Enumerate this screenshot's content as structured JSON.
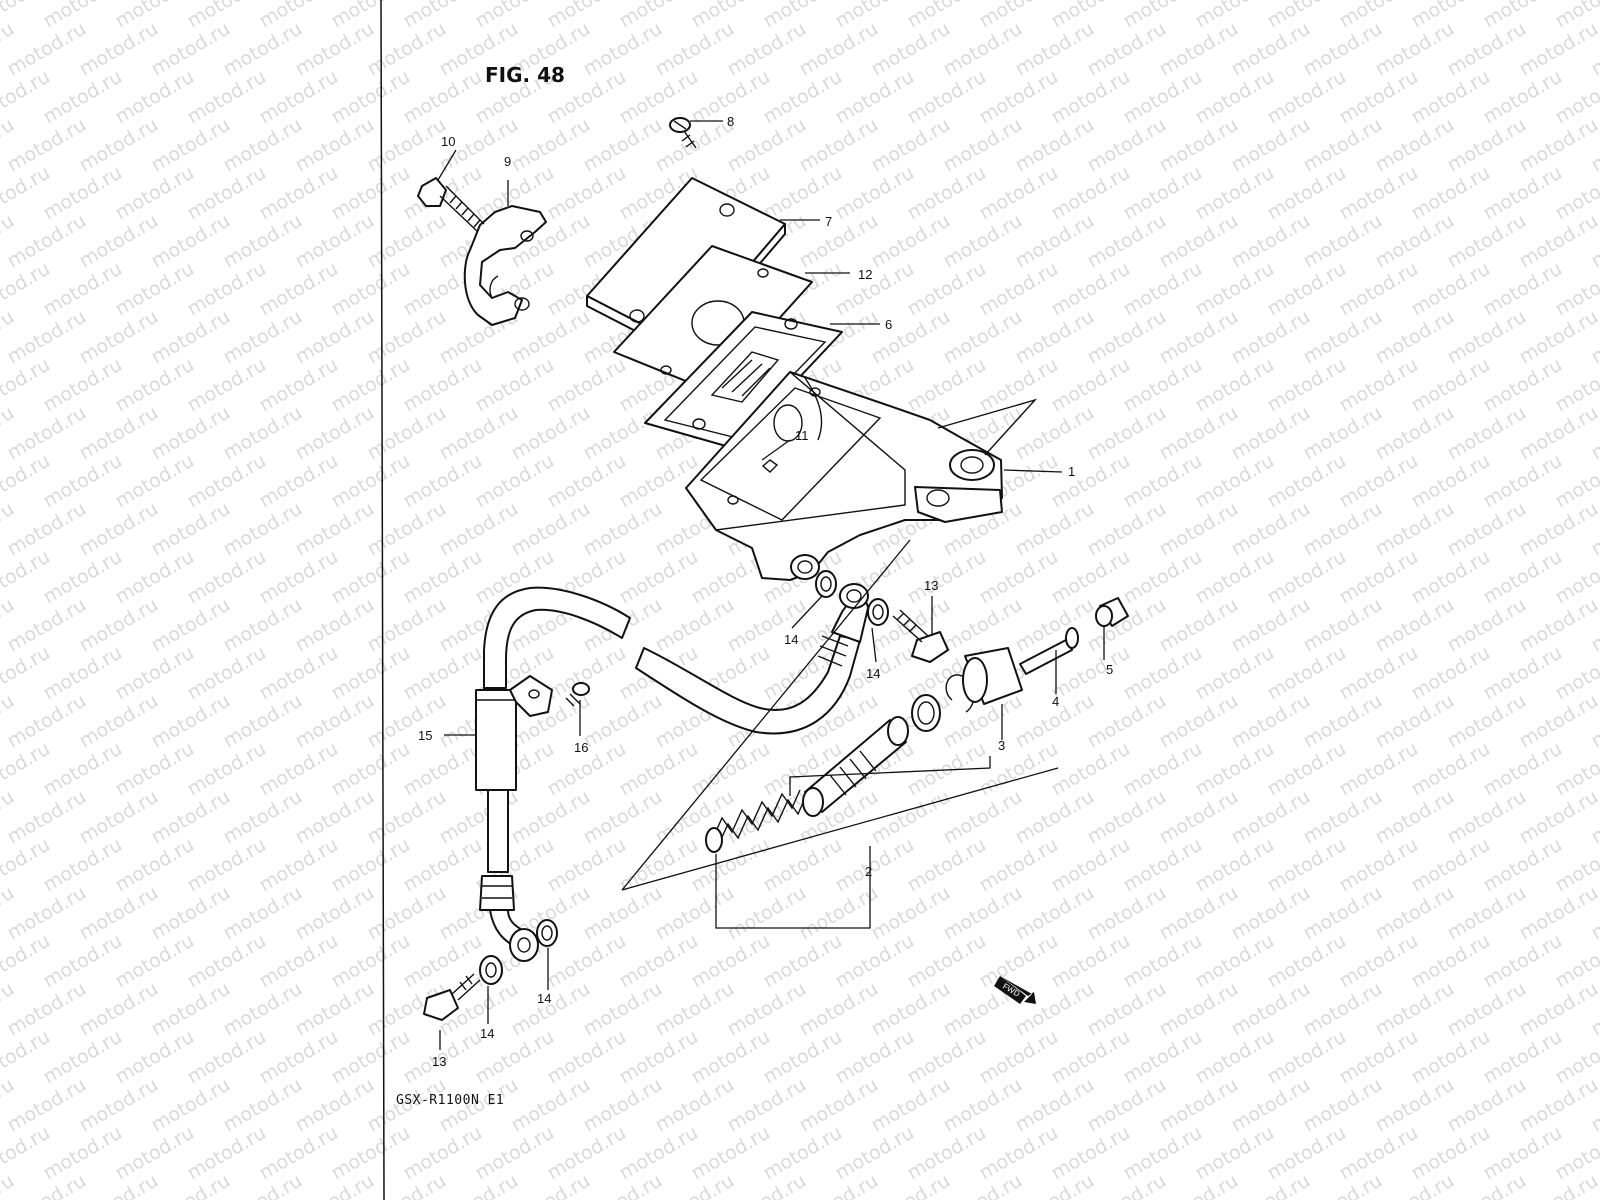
{
  "figure": {
    "title": "FIG. 48",
    "model": "GSX-R1100N E1",
    "fwd_label": "FWD"
  },
  "watermark": {
    "text": "motod.ru"
  },
  "callouts": [
    {
      "id": "c1",
      "label": "1"
    },
    {
      "id": "c2",
      "label": "2"
    },
    {
      "id": "c3",
      "label": "3"
    },
    {
      "id": "c4",
      "label": "4"
    },
    {
      "id": "c5",
      "label": "5"
    },
    {
      "id": "c6",
      "label": "6"
    },
    {
      "id": "c7",
      "label": "7"
    },
    {
      "id": "c8",
      "label": "8"
    },
    {
      "id": "c9",
      "label": "9"
    },
    {
      "id": "c10",
      "label": "10"
    },
    {
      "id": "c11",
      "label": "11"
    },
    {
      "id": "c12",
      "label": "12"
    },
    {
      "id": "c13a",
      "label": "13"
    },
    {
      "id": "c13b",
      "label": "13"
    },
    {
      "id": "c14a",
      "label": "14"
    },
    {
      "id": "c14b",
      "label": "14"
    },
    {
      "id": "c14c",
      "label": "14"
    },
    {
      "id": "c14d",
      "label": "14"
    },
    {
      "id": "c15",
      "label": "15"
    },
    {
      "id": "c16",
      "label": "16"
    }
  ]
}
